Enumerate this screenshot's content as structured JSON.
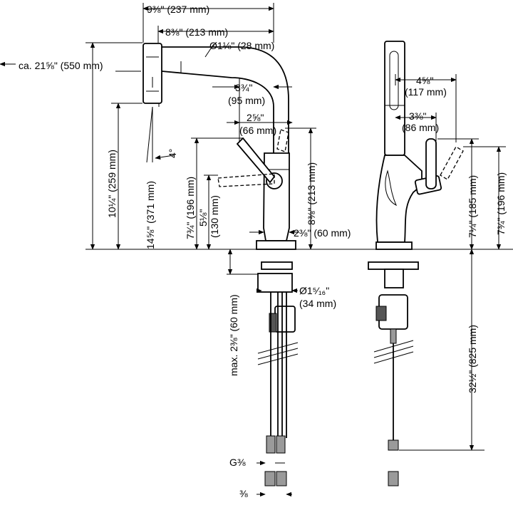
{
  "dimensions": {
    "top_width": "9⅜\" (237 mm)",
    "spout_reach": "8⅜\" (213 mm)",
    "spout_diameter": "Ø1⅛\" (28 mm)",
    "hose_extension": "ca. 21⅝\" (550 mm)",
    "handle_offset": "3¾\"",
    "handle_offset_mm": "(95 mm)",
    "lever_width": "2⅝\"",
    "lever_width_mm": "(66 mm)",
    "total_height": "14⅝\" (371 mm)",
    "spout_height": "10¼\" (259 mm)",
    "spray_angle": "4°",
    "lever_height": "7¾\" (196 mm)",
    "body_height": "5⅛\"",
    "body_height_mm": "(130 mm)",
    "lever_top_height": "8⅜\" (213 mm)",
    "base_diameter": "2⅜\" (60 mm)",
    "max_deck": "max. 2⅜\" (60 mm)",
    "hole_diameter": "Ø1⁵⁄₁₆\"",
    "hole_diameter_mm": "(34 mm)",
    "thread_label": "G⅜",
    "connector_label": "⅜",
    "side_depth": "4⅝\"",
    "side_depth_mm": "(117 mm)",
    "side_lever_reach": "3⅜\"",
    "side_lever_reach_mm": "(86 mm)",
    "side_lever_height": "7¼\" (185 mm)",
    "side_lever_top": "7¾\" (196 mm)",
    "hose_length": "32½\" (825 mm)"
  }
}
